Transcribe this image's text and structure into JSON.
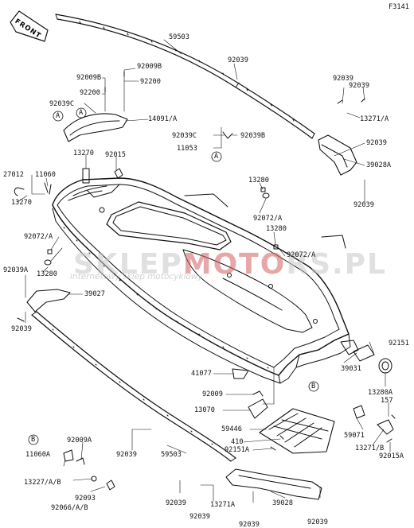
{
  "figure_code": "F3141",
  "front_label": "FRONT",
  "watermark": {
    "brand_a": "SKLEP",
    "brand_b": "MOTO",
    "brand_c": "RS.PL",
    "tagline": "internetowy sklep motocyklowy"
  },
  "callouts": [
    "A",
    "A",
    "A",
    "B",
    "B"
  ],
  "part_labels": [
    "59503",
    "92039",
    "92009B",
    "92009B",
    "92200",
    "92200",
    "92039C",
    "14091/A",
    "92039",
    "92039",
    "13271/A",
    "92039C",
    "92039B",
    "11053",
    "92039",
    "39028A",
    "13270",
    "92015",
    "27012",
    "11060",
    "13280",
    "92039",
    "13270",
    "92072/A",
    "13280",
    "92072/A",
    "13280",
    "92072/A",
    "92039A",
    "39027",
    "92039",
    "92151",
    "39031",
    "13280A",
    "41077",
    "92009",
    "13070",
    "157",
    "59446",
    "59071",
    "410",
    "92151A",
    "13271/B",
    "92015A",
    "92039",
    "59503",
    "92009A",
    "11060A",
    "13227/A/B",
    "92093",
    "92066/A/B",
    "92039",
    "13271A",
    "39028",
    "92039",
    "92039",
    "92039"
  ]
}
